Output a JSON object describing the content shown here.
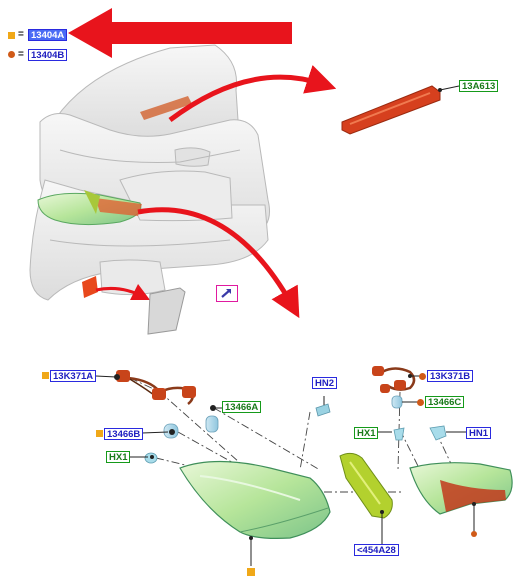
{
  "legend": [
    {
      "symbol": "square",
      "color": "#f0a818",
      "equals": "=",
      "part_number": "13404A",
      "selected": true
    },
    {
      "symbol": "circle",
      "color": "#d05a18",
      "equals": "=",
      "part_number": "13404B",
      "selected": false
    }
  ],
  "callouts": {
    "c_13a613": "13A613",
    "c_13k371a": "13K371A",
    "c_13466a": "13466A",
    "c_13466b": "13466B",
    "c_hx1_left": "HX1",
    "c_hn2": "HN2",
    "c_13k371b": "13K371B",
    "c_13466c": "13466C",
    "c_hx1_right": "HX1",
    "c_hn1": "HN1",
    "c_454a28": "<454A28"
  },
  "icons": {
    "pointer_arrow": "red-pointer-arrow-icon",
    "link": "external-link-icon"
  },
  "colors": {
    "callout_blue": "#2a2adf",
    "callout_green": "#159a1a",
    "selected_fill": "#4a6cf5",
    "red_arrow": "#e8141c",
    "lamp_green": "#b6e59a",
    "link_icon": "#e01aa0"
  }
}
